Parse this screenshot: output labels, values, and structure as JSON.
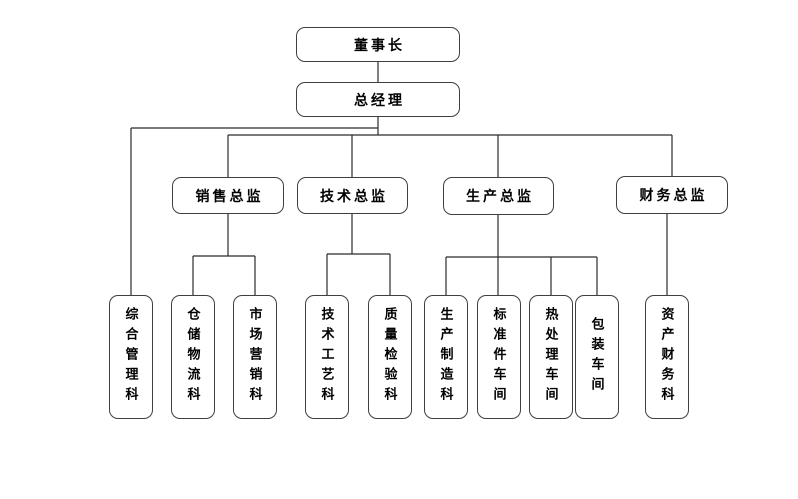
{
  "org": {
    "chairman": "董事长",
    "general_manager": "总经理",
    "gm_direct_dept": "综合管理科",
    "directors": [
      {
        "label": "销售总监",
        "children": [
          "仓储物流科",
          "市场营销科"
        ]
      },
      {
        "label": "技术总监",
        "children": [
          "技术工艺科",
          "质量检验科"
        ]
      },
      {
        "label": "生产总监",
        "children": [
          "生产制造科",
          "标准件车间",
          "热处理车间",
          "包装车间"
        ]
      },
      {
        "label": "财务总监",
        "children": [
          "资产财务科"
        ]
      }
    ],
    "colors": {
      "background": "#ffffff",
      "box_border": "#3f3f3f",
      "connector_line": "#2b2b2b",
      "text": "#000000"
    }
  }
}
